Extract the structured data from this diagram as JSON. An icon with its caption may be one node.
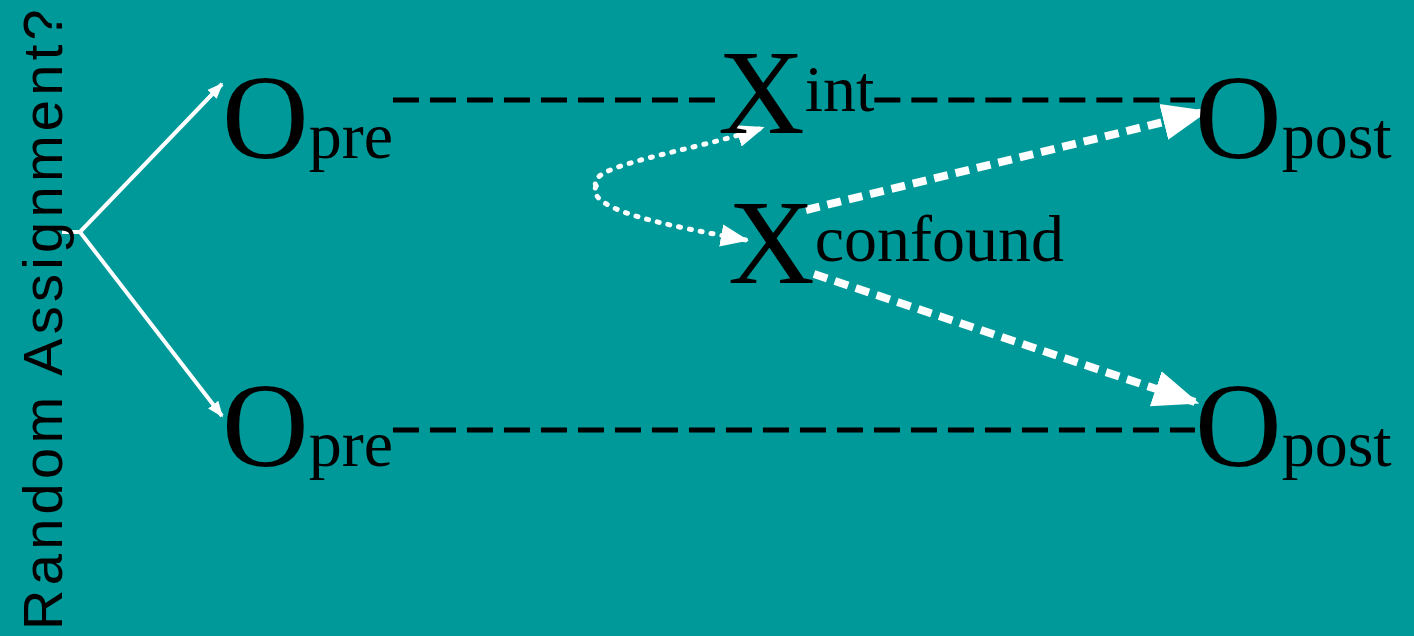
{
  "diagram": {
    "nodes": [
      {
        "text": [
          "Random Assignment?"
        ]
      },
      {
        "text": [
          "O$_{pre}$"
        ]
      },
      {
        "text": [
          "X$^{int}$"
        ]
      },
      {
        "text": [
          "O$_{post}$"
        ]
      },
      {
        "text": [
          "X$^{confound}$"
        ]
      },
      {
        "text": [
          "O$_{pre}$"
        ]
      },
      {
        "text": [
          "O$_{post}$"
        ]
      }
    ],
    "edges": [
      {
        "from": 0,
        "to": 1,
        "arrow": "to"
      },
      {
        "from": 0,
        "to": 5,
        "arrow": "to"
      },
      {
        "from": 1,
        "to": 2,
        "arrow": "none",
        "style": "dashed",
        "color": "#000000"
      },
      {
        "from": 2,
        "to": 3,
        "arrow": "none",
        "style": "dashed",
        "color": "#000000"
      },
      {
        "from": 5,
        "to": 6,
        "arrow": "none",
        "style": "dashed",
        "color": "#000000"
      },
      {
        "from": null,
        "to": 2,
        "arrow": "to",
        "style": "dashed"
      },
      {
        "from": null,
        "to": 4,
        "arrow": "to",
        "style": "dashed"
      },
      {
        "from": 4,
        "to": 3,
        "arrow": "to",
        "style": "dashed"
      },
      {
        "from": 4,
        "to": 6,
        "arrow": "to",
        "style": "dashed"
      }
    ]
  }
}
